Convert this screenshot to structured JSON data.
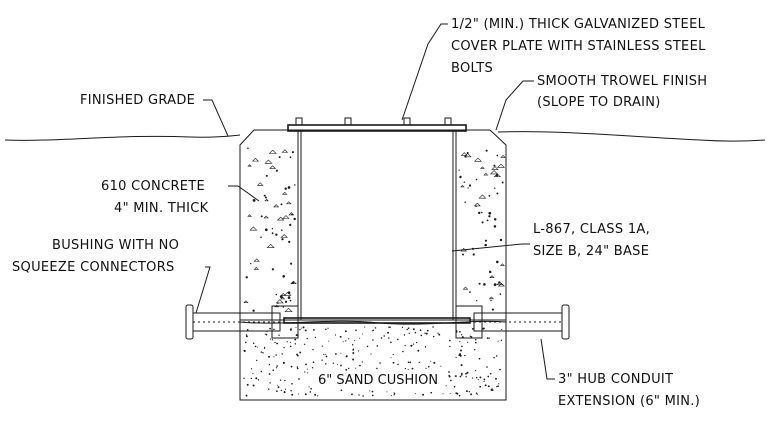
{
  "labels": {
    "cover_plate": [
      "1/2\" (MIN.) THICK GALVANIZED STEEL",
      "COVER PLATE WITH STAINLESS STEEL",
      "BOLTS"
    ],
    "finished_grade": [
      "FINISHED GRADE"
    ],
    "trowel": [
      "SMOOTH TROWEL FINISH",
      "(SLOPE TO DRAIN)"
    ],
    "concrete": [
      "610 CONCRETE",
      "4\" MIN. THICK"
    ],
    "l867": [
      "L-867, CLASS 1A,",
      "SIZE B, 24\" BASE"
    ],
    "bushing": [
      "BUSHING WITH NO",
      "SQUEEZE CONNECTORS"
    ],
    "sand": [
      "6\" SAND CUSHION"
    ],
    "hub": [
      "3\" HUB CONDUIT",
      "EXTENSION (6\" MIN.)"
    ]
  },
  "colors": {
    "line": "#1a1a1a",
    "concrete_fill": "#f6f6f6",
    "sand_fill": "#eeeeee",
    "background": "#ffffff"
  }
}
